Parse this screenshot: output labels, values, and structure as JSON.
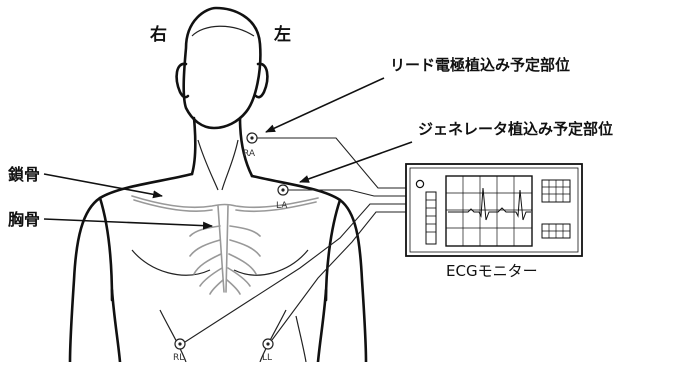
{
  "labels": {
    "right_side": "右",
    "left_side": "左",
    "lead_site": "リード電極植込み予定部位",
    "generator_site": "ジェネレータ植込み予定部位",
    "clavicle": "鎖骨",
    "sternum": "胸骨",
    "monitor": "ECGモニター"
  },
  "electrodes": {
    "ra": "RA",
    "la": "LA",
    "rl": "RL",
    "ll": "LL"
  }
}
